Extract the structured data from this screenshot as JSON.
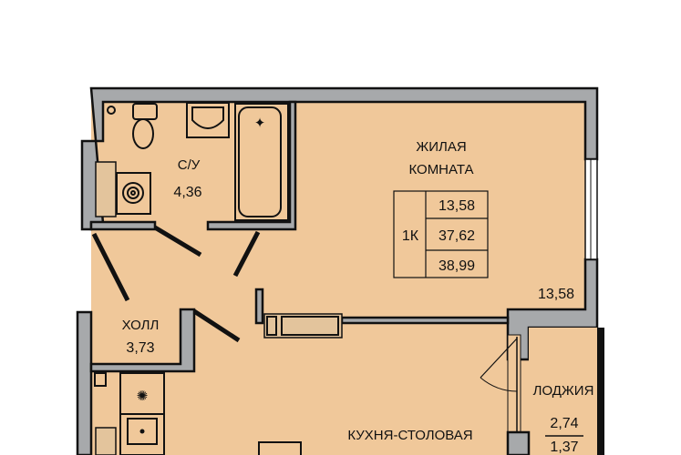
{
  "plan": {
    "rooms": {
      "bathroom": {
        "name": "С/У",
        "area": "4,36"
      },
      "living": {
        "name_line1": "ЖИЛАЯ",
        "name_line2": "КОМНАТА",
        "area": "13,58"
      },
      "hall": {
        "name": "ХОЛЛ",
        "area": "3,73"
      },
      "kitchen": {
        "name": "КУХНЯ-СТОЛОВАЯ"
      },
      "loggia": {
        "name": "ЛОДЖИЯ",
        "area_full": "2,74",
        "area_reduced": "1,37"
      }
    },
    "summary": {
      "type": "1К",
      "living_area": "13,58",
      "total_without_loggia": "37,62",
      "total_area": "38,99"
    }
  }
}
